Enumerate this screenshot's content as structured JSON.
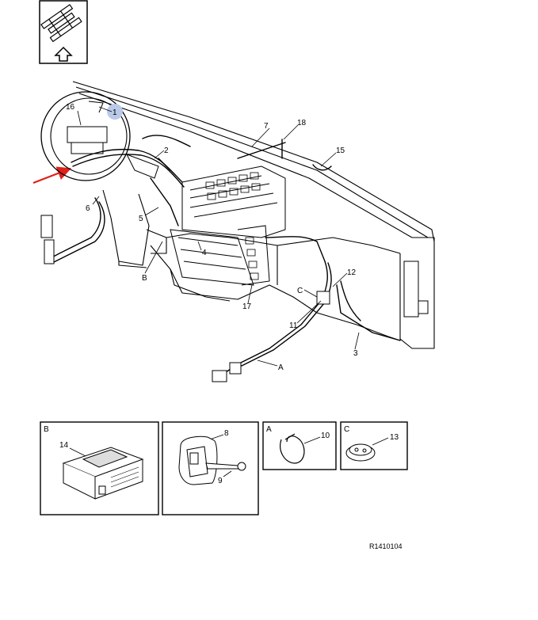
{
  "diagram": {
    "reference_code": "R1410104",
    "callouts": [
      "1",
      "2",
      "3",
      "4",
      "5",
      "6",
      "7",
      "8",
      "9",
      "10",
      "11",
      "12",
      "13",
      "14",
      "15",
      "16",
      "17",
      "18"
    ],
    "section_labels": {
      "a": "A",
      "b": "B",
      "c": "C"
    },
    "detail_boxes": [
      {
        "label": "B",
        "callouts": [
          "14"
        ]
      },
      {
        "label": "",
        "callouts": [
          "8",
          "9"
        ]
      },
      {
        "label": "A",
        "callouts": [
          "10"
        ]
      },
      {
        "label": "C",
        "callouts": [
          "13"
        ]
      }
    ],
    "colors": {
      "line": "#000000",
      "arrow": "#e0201a",
      "highlight": "#b9c9e8"
    }
  }
}
